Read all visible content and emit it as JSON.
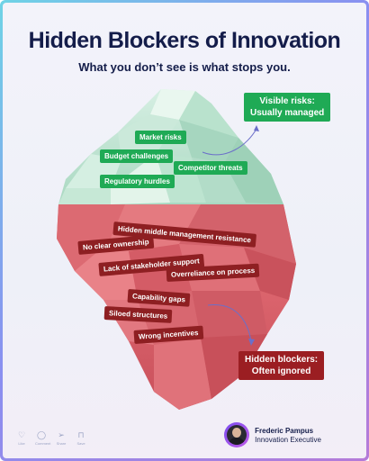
{
  "header": {
    "title": "Hidden Blockers of Innovation",
    "subtitle": "What you don’t see is what stops you."
  },
  "visible_risks": {
    "callout_line1": "Visible risks:",
    "callout_line2": "Usually managed",
    "items": [
      "Market risks",
      "Budget challenges",
      "Competitor threats",
      "Regulatory hurdles"
    ]
  },
  "hidden_blockers": {
    "callout_line1": "Hidden blockers:",
    "callout_line2": "Often ignored",
    "items": [
      "Hidden middle management resistance",
      "No clear ownership",
      "Lack of stakeholder support",
      "Overreliance on process",
      "Capability gaps",
      "Siloed structures",
      "Wrong incentives"
    ]
  },
  "social": {
    "like": "Like",
    "comment": "Comment",
    "share": "Share",
    "save": "Save"
  },
  "author": {
    "name": "Frederic Pampus",
    "role": "Innovation Executive"
  },
  "colors": {
    "title": "#141d4a",
    "green": "#1faa55",
    "red": "#8e1f22",
    "ice_top": "#bfe6d4",
    "ice_bottom": "#d9626a"
  }
}
